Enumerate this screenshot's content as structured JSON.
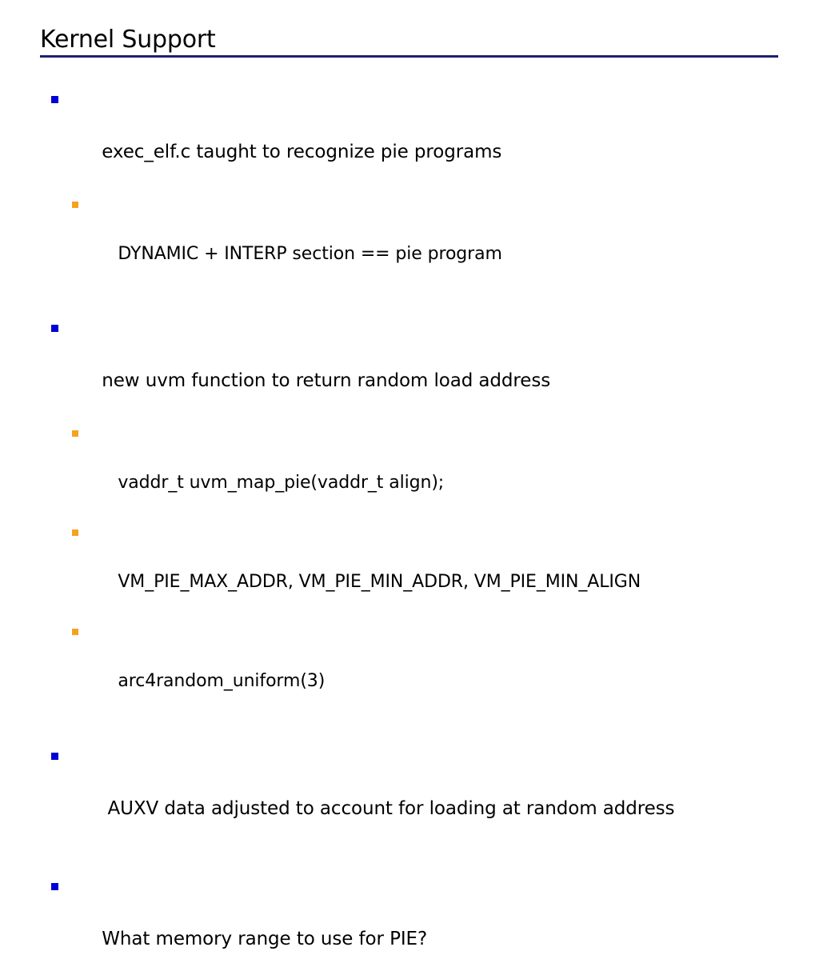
{
  "slide": {
    "title": "Kernel Support",
    "rule_color": "#1f1f70",
    "background": "#ffffff",
    "text_color": "#000000",
    "bullet_level1_color": "#0000d4",
    "bullet_level2_color": "#f5a21e",
    "blocks": [
      {
        "level": 1,
        "text": "exec_elf.c taught to recognize pie programs"
      },
      {
        "level": 2,
        "text": "DYNAMIC + INTERP section == pie program"
      },
      {
        "level": 1,
        "text": "new uvm function to return random load address"
      },
      {
        "level": 2,
        "text": "vaddr_t uvm_map_pie(vaddr_t align);"
      },
      {
        "level": 2,
        "text": "VM_PIE_MAX_ADDR, VM_PIE_MIN_ADDR, VM_PIE_MIN_ALIGN"
      },
      {
        "level": 2,
        "text": "arc4random_uniform(3)"
      },
      {
        "level": 1,
        "text": " AUXV data adjusted to account for loading at random address"
      },
      {
        "level": 1,
        "text": "What memory range to use for PIE?"
      }
    ]
  }
}
